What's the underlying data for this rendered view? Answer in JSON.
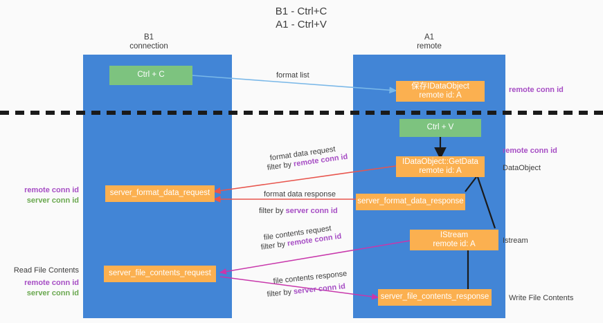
{
  "title": {
    "line1": "B1 - Ctrl+C",
    "line2": "A1 - Ctrl+V"
  },
  "columns": [
    {
      "name": "B1",
      "role": "connection"
    },
    {
      "name": "A1",
      "role": "remote"
    }
  ],
  "boxes": {
    "ctrl_c": "Ctrl + C",
    "ctrl_v": "Ctrl + V",
    "save_idataobject_l1": "保存IDataObject",
    "save_idataobject_l2": "remote id: A",
    "getdata_l1": "IDataObject::GetData",
    "getdata_l2": "remote id: A",
    "istream_l1": "IStream",
    "istream_l2": "remote id: A",
    "server_format_data_request": "server_format_data_request",
    "server_format_data_response": "server_format_data_response",
    "server_file_contents_request": "server_file_contents_request",
    "server_file_contents_response": "server_file_contents_response"
  },
  "edge_labels": {
    "format_list": "format list",
    "format_data_request": "format data request",
    "format_data_request_filter_prefix": "filter by ",
    "format_data_request_filter_key": "remote conn id",
    "format_data_response": "format data response",
    "format_data_response_filter_prefix": "filter by ",
    "format_data_response_filter_key": "server conn id",
    "file_contents_request": "file contents request",
    "file_contents_request_filter_prefix": "filter by ",
    "file_contents_request_filter_key": "remote conn id",
    "file_contents_response": "file contents response",
    "file_contents_response_filter_prefix": "filter by ",
    "file_contents_response_filter_key": "server conn id"
  },
  "right_labels": {
    "remote_conn_id_top": "remote conn id",
    "remote_conn_id_mid": "remote conn id",
    "dataobject": "DataObject",
    "istream": "Istream",
    "write_file_contents": "Write File Contents"
  },
  "left_labels": {
    "remote_conn_id_1": "remote conn id",
    "server_conn_id_1": "server conn id",
    "read_file_contents": "Read File Contents",
    "remote_conn_id_2": "remote conn id",
    "server_conn_id_2": "server conn id"
  },
  "colors": {
    "lane": "#4285d6",
    "green_box": "#7dc37f",
    "orange_box": "#fbb050",
    "purple": "#a64dc4",
    "green_text": "#6aa84f",
    "red_arrow": "#e8554d",
    "blue_arrow": "#7ab8e8",
    "magenta_arrow": "#c837ab",
    "black": "#1a1a1a"
  }
}
